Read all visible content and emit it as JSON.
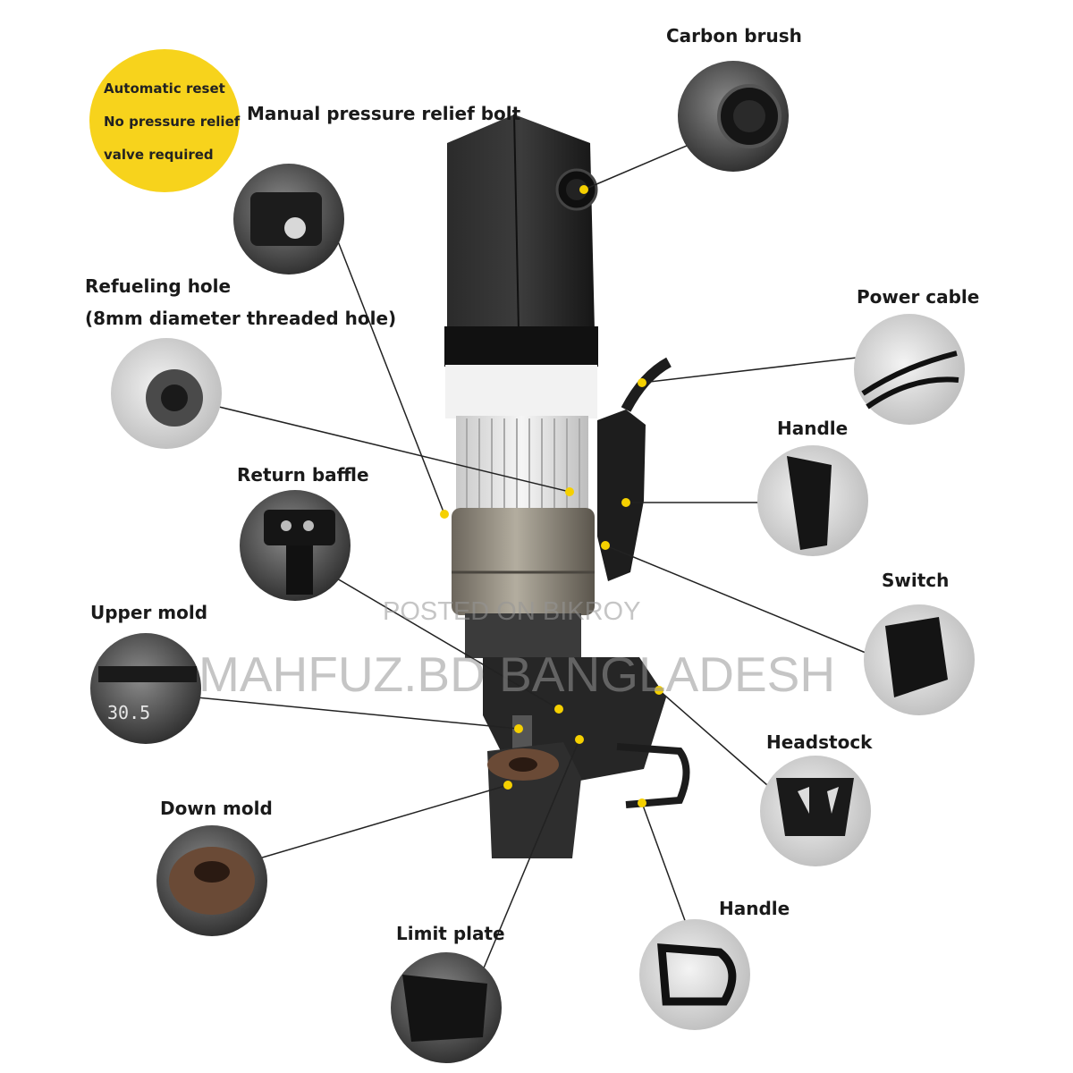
{
  "badge": {
    "lines": [
      "Automatic reset",
      "No pressure relief",
      "valve required"
    ],
    "color": "#f7d31c"
  },
  "labels": {
    "manual_relief": "Manual pressure relief bolt",
    "carbon_brush": "Carbon brush",
    "refueling_hole": "Refueling hole",
    "refueling_hole_detail": "(8mm diameter threaded hole)",
    "power_cable": "Power cable",
    "handle_upper": "Handle",
    "return_baffle": "Return baffle",
    "switch": "Switch",
    "upper_mold": "Upper mold",
    "headstock": "Headstock",
    "down_mold": "Down mold",
    "handle_lower": "Handle",
    "limit_plate": "Limit plate"
  },
  "mold_marking": "30.5",
  "watermark": {
    "line1": "POSTED ON BIKROY",
    "line2": "MAHFUZ.BD BANGLADESH"
  },
  "colors": {
    "callout_dot": "#f5d000",
    "motor_body": "#1e1e1e",
    "white_band": "#f2f2f2",
    "metal_ring": "#8a8478"
  }
}
